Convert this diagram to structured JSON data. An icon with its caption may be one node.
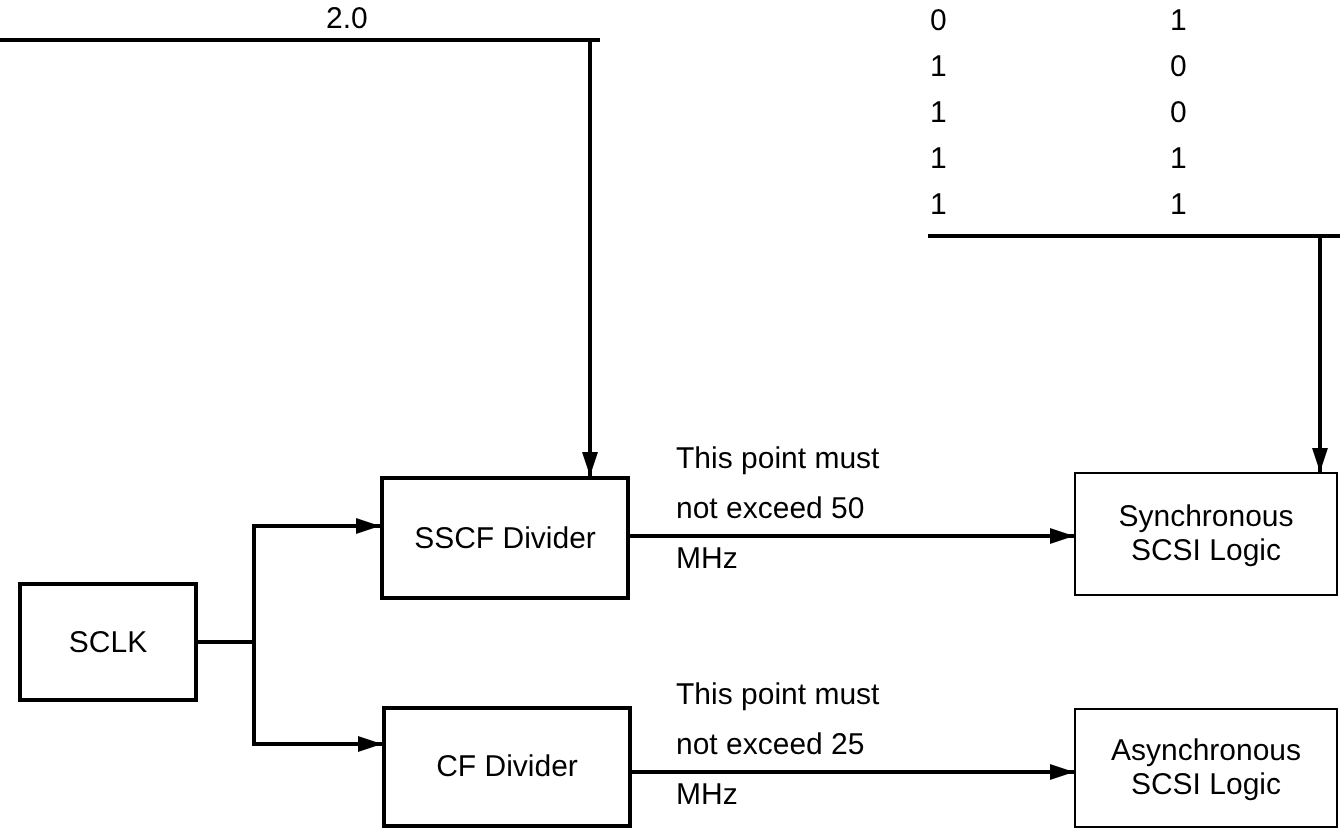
{
  "diagram": {
    "nodes": [
      {
        "text": [
          "SSCF Divider"
        ]
      },
      {
        "text": [
          "Synchronous SCSI Logic"
        ]
      },
      {
        "text": [
          "SCLK"
        ]
      },
      {
        "text": [
          "CF Divider"
        ]
      },
      {
        "text": [
          "Asynchronous SCSI Logic"
        ]
      }
    ],
    "edges": [
      {
        "from": null,
        "to": 0,
        "arrow": "to"
      },
      {
        "from": null,
        "to": 1,
        "arrow": "to"
      },
      {
        "from": 2,
        "to": 0,
        "arrow": "to"
      },
      {
        "from": 2,
        "to": 3,
        "arrow": "to"
      },
      {
        "from": 0,
        "to": 1,
        "label": "This point must not exceed 50 MHz",
        "arrow": "to"
      },
      {
        "from": 3,
        "to": 4,
        "label": "This point must not exceed 25 MHz",
        "arrow": "to"
      }
    ],
    "labels": [
      "2.0",
      "0",
      "1",
      "1",
      "0",
      "1",
      "0",
      "1",
      "1",
      "1",
      "1"
    ]
  }
}
